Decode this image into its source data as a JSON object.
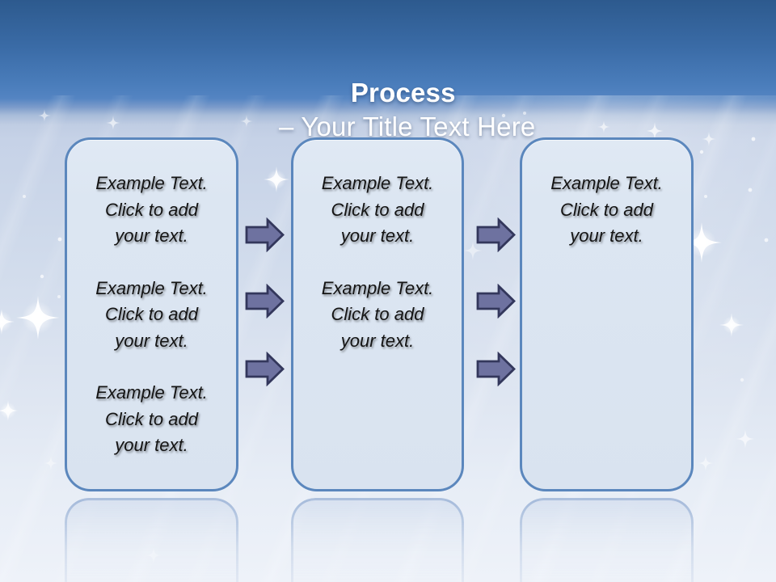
{
  "title": {
    "keyword": "Process",
    "rest": "– Your Title Text Here"
  },
  "boxes": [
    {
      "name": "step-1",
      "paragraphs": [
        "Example Text.\nClick  to add\nyour text.",
        "Example Text.\nClick  to add\nyour text.",
        "Example Text.\nClick  to add\nyour text."
      ]
    },
    {
      "name": "step-2",
      "paragraphs": [
        "Example Text.\nClick  to add\nyour text.",
        "Example Text.\nClick  to add\nyour text."
      ]
    },
    {
      "name": "step-3",
      "paragraphs": [
        "Example Text.\nClick  to add\nyour text."
      ]
    }
  ],
  "arrows": {
    "direction": "right",
    "columns": 2,
    "per_column": 3
  },
  "colors": {
    "header_top": "#2d5a8e",
    "header_bottom": "#5484c2",
    "title_text": "#ffffff",
    "box_fill": "#dce6f2",
    "box_border": "#5b87bd",
    "arrow_fill": "#6e72a0",
    "arrow_outline": "#33375c",
    "body_text": "#141414"
  }
}
